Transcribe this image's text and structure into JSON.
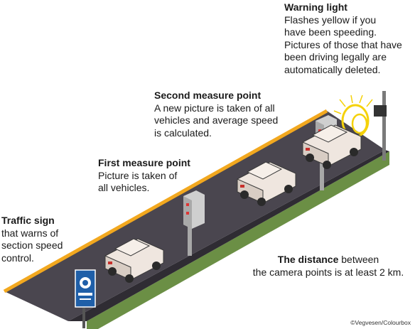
{
  "labels": {
    "traffic_sign": {
      "title": "Traffic sign",
      "lines": [
        "that warns of",
        "section speed",
        "control."
      ]
    },
    "first_measure": {
      "title": "First measure point",
      "lines": [
        "Picture is taken of",
        "all vehicles."
      ]
    },
    "second_measure": {
      "title": "Second measure point",
      "lines": [
        "A new picture is taken of all",
        "vehicles and average speed",
        "is calculated."
      ]
    },
    "warning_light": {
      "title": "Warning light",
      "lines": [
        "Flashes yellow if you",
        "have been speeding.",
        "Pictures of those that have",
        "been driving legally are",
        "automatically deleted."
      ]
    },
    "distance": {
      "bold": "The distance",
      "rest_line1": " between",
      "line2": "the camera points is at least 2 km."
    }
  },
  "credit": "©Vegvesen/Colourbox",
  "colors": {
    "road": "#4a464f",
    "road_edge": "#f2a81f",
    "grass": "#6b8f45",
    "sign_blue": "#1f5fa8",
    "camera_grey": "#b9b9b9",
    "car_body": "#efe6df",
    "flash_yellow": "#f5d20a"
  }
}
